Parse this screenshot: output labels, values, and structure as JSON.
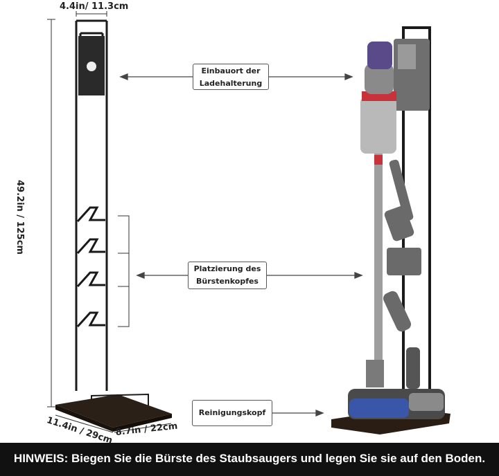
{
  "dimensions": {
    "width_label": "4.4in/ 11.3cm",
    "height_label": "49.2in / 125cm",
    "depth_label": "11.4in / 29cm",
    "base_label": "8.7in / 22cm"
  },
  "callouts": {
    "charger_line1": "Einbauort der",
    "charger_line2": "Ladehalterung",
    "brush_line1": "Platzierung des",
    "brush_line2": "Bürstenkopfes",
    "head": "Reinigungskopf"
  },
  "note": "HINWEIS: Biegen Sie die Bürste des Staubsaugers und legen Sie sie auf den Boden.",
  "colors": {
    "frame": "#1a1a1a",
    "vacuum_body": "#8a8a8a",
    "vacuum_purple": "#5b4a8a",
    "vacuum_red": "#c8323a",
    "note_bg": "#111111"
  }
}
